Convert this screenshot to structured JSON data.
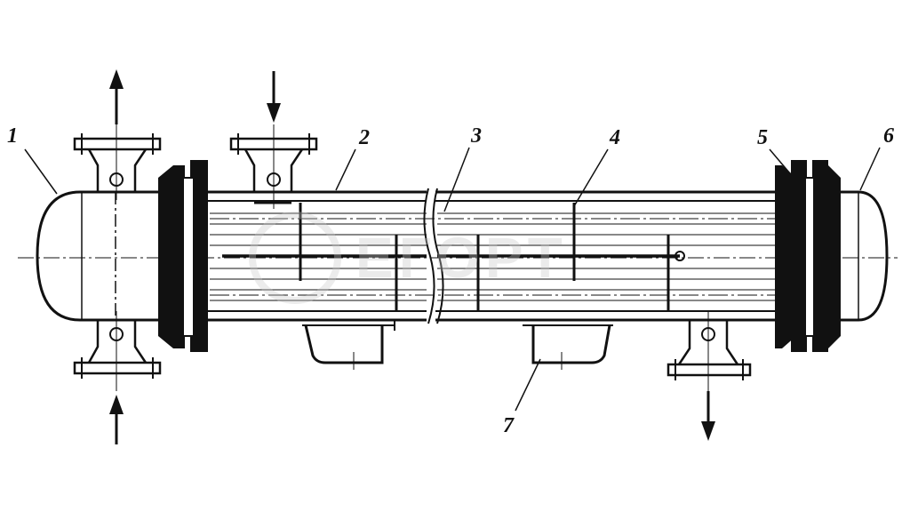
{
  "labels": [
    {
      "id": "1",
      "text": "1"
    },
    {
      "id": "2",
      "text": "2"
    },
    {
      "id": "3",
      "text": "3"
    },
    {
      "id": "4",
      "text": "4"
    },
    {
      "id": "5",
      "text": "5"
    },
    {
      "id": "6",
      "text": "6"
    },
    {
      "id": "7",
      "text": "7"
    }
  ],
  "watermark": {
    "text": "ЕГОРТ"
  },
  "colors": {
    "ink": "#111111",
    "background": "#ffffff",
    "watermark": "#c8c8c8"
  }
}
